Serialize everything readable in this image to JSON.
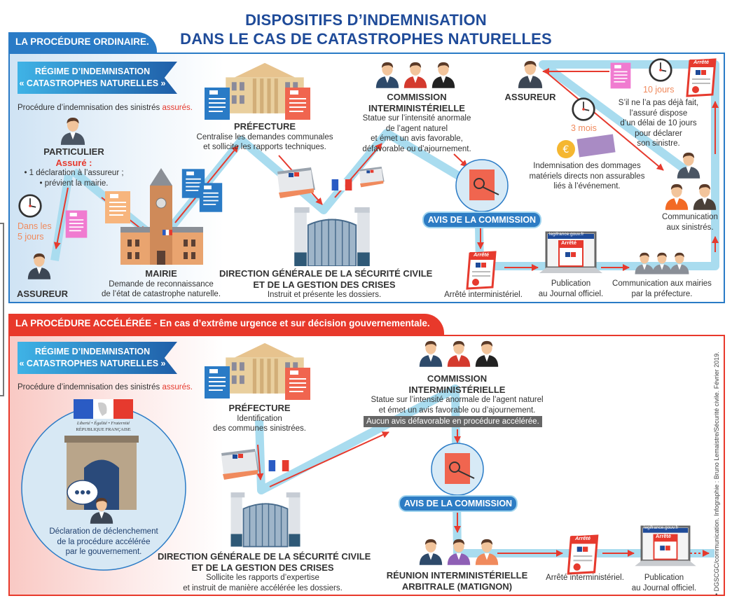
{
  "title": {
    "line1": "DISPOSITIFS D’INDEMNISATION",
    "line2": "DANS LE CAS DE CATASTROPHES NATURELLES"
  },
  "colors": {
    "blue": "#2a7bc6",
    "red": "#e8392b",
    "path": "#a9dcef",
    "arrow": "#e63a2e",
    "title": "#1f4b99"
  },
  "ordinaire": {
    "tab": "LA PROCÉDURE ORDINAIRE.",
    "banner": {
      "line1": "RÉGIME D’INDEMNISATION",
      "line2": "« CATASTROPHES NATURELLES »"
    },
    "intro": "Procédure d’indemnisation des sinistrés ",
    "intro_highlight": "assurés.",
    "particulier": {
      "label": "PARTICULIER",
      "assure": "Assuré :",
      "b1": "• 1 déclaration à l’assureur ;",
      "b2": "• prévient la mairie."
    },
    "delay": {
      "line1": "Dans les",
      "line2": "5 jours"
    },
    "assureur_left": "ASSUREUR",
    "mairie": {
      "label": "MAIRIE",
      "d1": "Demande de reconnaissance",
      "d2": "de l’état de catastrophe naturelle."
    },
    "prefecture": {
      "label": "PRÉFECTURE",
      "d1": "Centralise les demandes communales",
      "d2": "et sollicite les rapports techniques."
    },
    "dgsc": {
      "l1": "DIRECTION GÉNÉRALE DE LA SÉCURITÉ CIVILE",
      "l2": "ET DE LA GESTION DES CRISES",
      "d1": "Instruit et présente les dossiers."
    },
    "commission": {
      "l1": "COMMISSION",
      "l2": "INTERMINISTÉRIELLE",
      "d1": "Statue sur l’intensité anormale",
      "d2": "de l’agent naturel",
      "d3": "et émet un avis favorable,",
      "d4": "défavorable ou d’ajournement."
    },
    "avis": "AVIS DE LA COMMISSION",
    "arrete": {
      "doc": "Arrêté",
      "label": "Arrêté interministériel."
    },
    "publication": {
      "site": "legifrance.gouv.fr",
      "doc": "Arrêté",
      "l1": "Publication",
      "l2": "au Journal officiel."
    },
    "mairies": {
      "l1": "Communication aux mairies",
      "l2": "par la préfecture."
    },
    "sinistres": {
      "l1": "Communication",
      "l2": "aux sinistrés."
    },
    "assureur_top": "ASSUREUR",
    "dix_jours": {
      "delay": "10 jours",
      "d1": "S’il ne l’a pas déjà fait,",
      "d2": "l’assuré dispose",
      "d3": "d’un délai de 10 jours",
      "d4": "pour déclarer",
      "d5": "son sinistre.",
      "doc": "Arrêté"
    },
    "trois_mois": {
      "delay": "3 mois",
      "d1": "Indemnisation des dommages",
      "d2": "matériels directs non assurables",
      "d3": "liés à l’événement."
    }
  },
  "acceleree": {
    "tab": "LA PROCÉDURE ACCÉLÉRÉE - En cas d’extrême urgence et sur décision gouvernementale.",
    "banner": {
      "line1": "RÉGIME D’INDEMNISATION",
      "line2": "« CATASTROPHES NATURELLES »"
    },
    "intro": "Procédure d’indemnisation des sinistrés ",
    "intro_highlight": "assurés.",
    "logo": {
      "motto": "Liberté • Égalité • Fraternité",
      "name": "RÉPUBLIQUE FRANÇAISE"
    },
    "gouvernement": {
      "d1": "Déclaration de déclenchement",
      "d2": "de la procédure accélérée",
      "d3": "par le gouvernement."
    },
    "prefecture": {
      "label": "PRÉFECTURE",
      "d1": "Identification",
      "d2": "des communes sinistrées."
    },
    "dgsc": {
      "l1": "DIRECTION GÉNÉRALE DE LA SÉCURITÉ CIVILE",
      "l2": "ET DE LA GESTION DES CRISES",
      "d1": "Sollicite les rapports d’expertise",
      "d2": "et instruit de manière accélérée les dossiers."
    },
    "commission": {
      "l1": "COMMISSION",
      "l2": "INTERMINISTÉRIELLE",
      "d1": "Statue sur l’intensité anormale de l’agent naturel",
      "d2": "et émet un avis favorable ou d’ajournement.",
      "note": "Aucun avis défavorable en procédure accélérée."
    },
    "avis": "AVIS DE LA COMMISSION",
    "reunion": {
      "l1": "RÉUNION INTERMINISTÉRIELLE",
      "l2": "ARBITRALE (MATIGNON)"
    },
    "arrete": {
      "doc": "Arrêté",
      "label": "Arrêté interministériel."
    },
    "publication": {
      "site": "legifrance.gouv.fr",
      "doc": "Arrêté",
      "l1": "Publication",
      "l2": "au Journal officiel."
    }
  },
  "credit": "• DGSCGC/communication. Infographie : Bruno Lemaistre/Sécurité civile. Février 2019."
}
